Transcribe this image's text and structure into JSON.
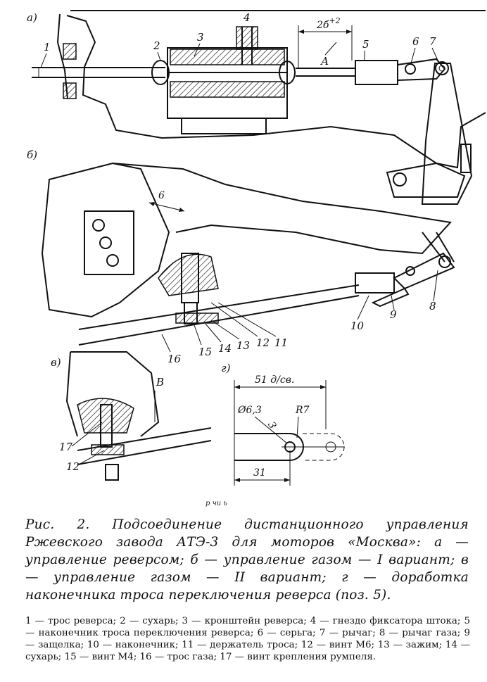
{
  "figure": {
    "panel_labels": [
      "а)",
      "б)",
      "в)",
      "г)"
    ],
    "part_numbers_a": [
      "1",
      "2",
      "3",
      "4",
      "5",
      "6",
      "7"
    ],
    "part_numbers_b": [
      "6",
      "8",
      "9",
      "10",
      "11",
      "12",
      "13",
      "14",
      "15",
      "16"
    ],
    "part_numbers_v": [
      "17",
      "12",
      "В"
    ],
    "dim_a": "2б",
    "dim_a_sup": "+2",
    "dim_a_letter": "А",
    "dim_g": {
      "length_total": "51 д/св.",
      "hole": "Ø6,3",
      "radius": "R7",
      "length_hole": "31",
      "small": "3"
    },
    "signature": "р чи ь"
  },
  "caption": {
    "text": "Рис. 2. Подсоединение дистанционного управления Ржевского завода АТЭ-3 для моторов «Москва»: а — управление реверсом; б — управление газом — I вариант; в — управление газом — II вариант; г — доработка наконечника троса переключения реверса (поз. 5)."
  },
  "legend": {
    "text": "1 — трос реверса; 2 — сухарь; 3 — кронштейн реверса; 4 — гнездо фиксатора штока; 5 — наконечник троса переключения реверса; 6 — серьга; 7 — рычаг; 8 — рычаг газа; 9 — защелка; 10 — наконечник; 11 — держатель троса; 12 — винт М6; 13 — зажим; 14 — сухарь; 15 — винт М4; 16 — трос газа; 17 — винт крепления румпеля."
  }
}
